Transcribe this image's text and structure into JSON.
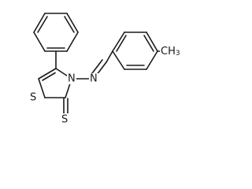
{
  "molecule": {
    "atom_labels": {
      "nitrogen_ring": "N",
      "nitrogen_imine": "N",
      "sulfur_ring": "S",
      "sulfur_thione": "S",
      "methyl": "CH3"
    },
    "bond_color": "#1a1a1a",
    "background_color": "#ffffff"
  }
}
